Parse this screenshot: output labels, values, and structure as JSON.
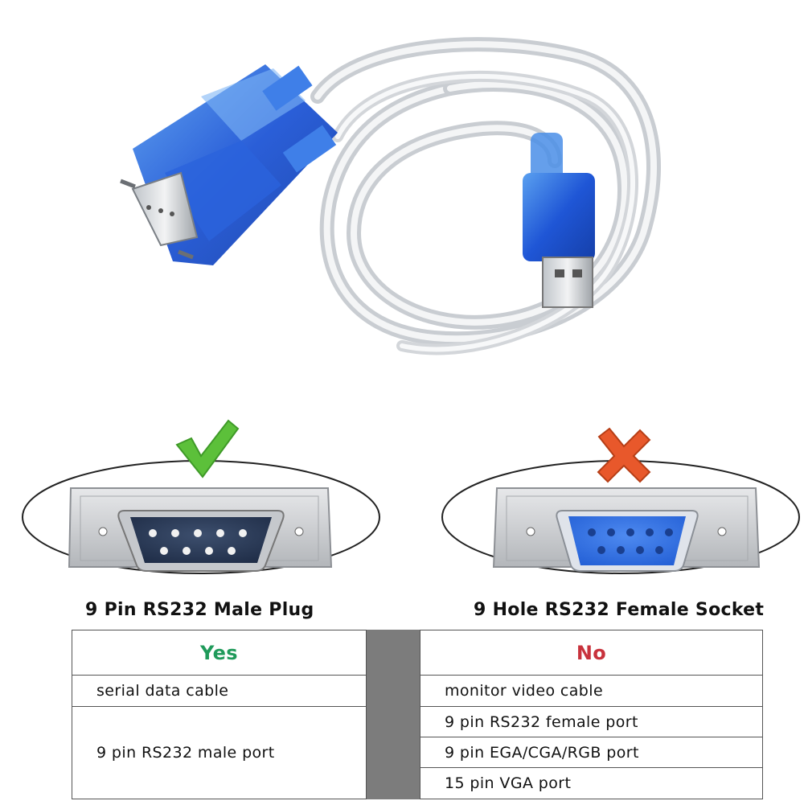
{
  "labels": {
    "male": "9 Pin RS232 Male Plug",
    "female": "9 Hole RS232 Female Socket"
  },
  "marks": {
    "yes_icon": "check-icon",
    "no_icon": "cross-icon"
  },
  "table": {
    "yes_header": "Yes",
    "no_header": "No",
    "yes_items": [
      "serial data cable",
      "9 pin RS232 male port"
    ],
    "no_items": [
      "monitor video cable",
      "9 pin RS232 female port",
      "9 pin EGA/CGA/RGB port",
      "15 pin VGA port"
    ]
  },
  "colors": {
    "yes": "#1f9a5a",
    "no": "#c8323c",
    "check": "#5cc03a",
    "cross": "#e8582b",
    "connector_blue": "#1f56d6"
  }
}
